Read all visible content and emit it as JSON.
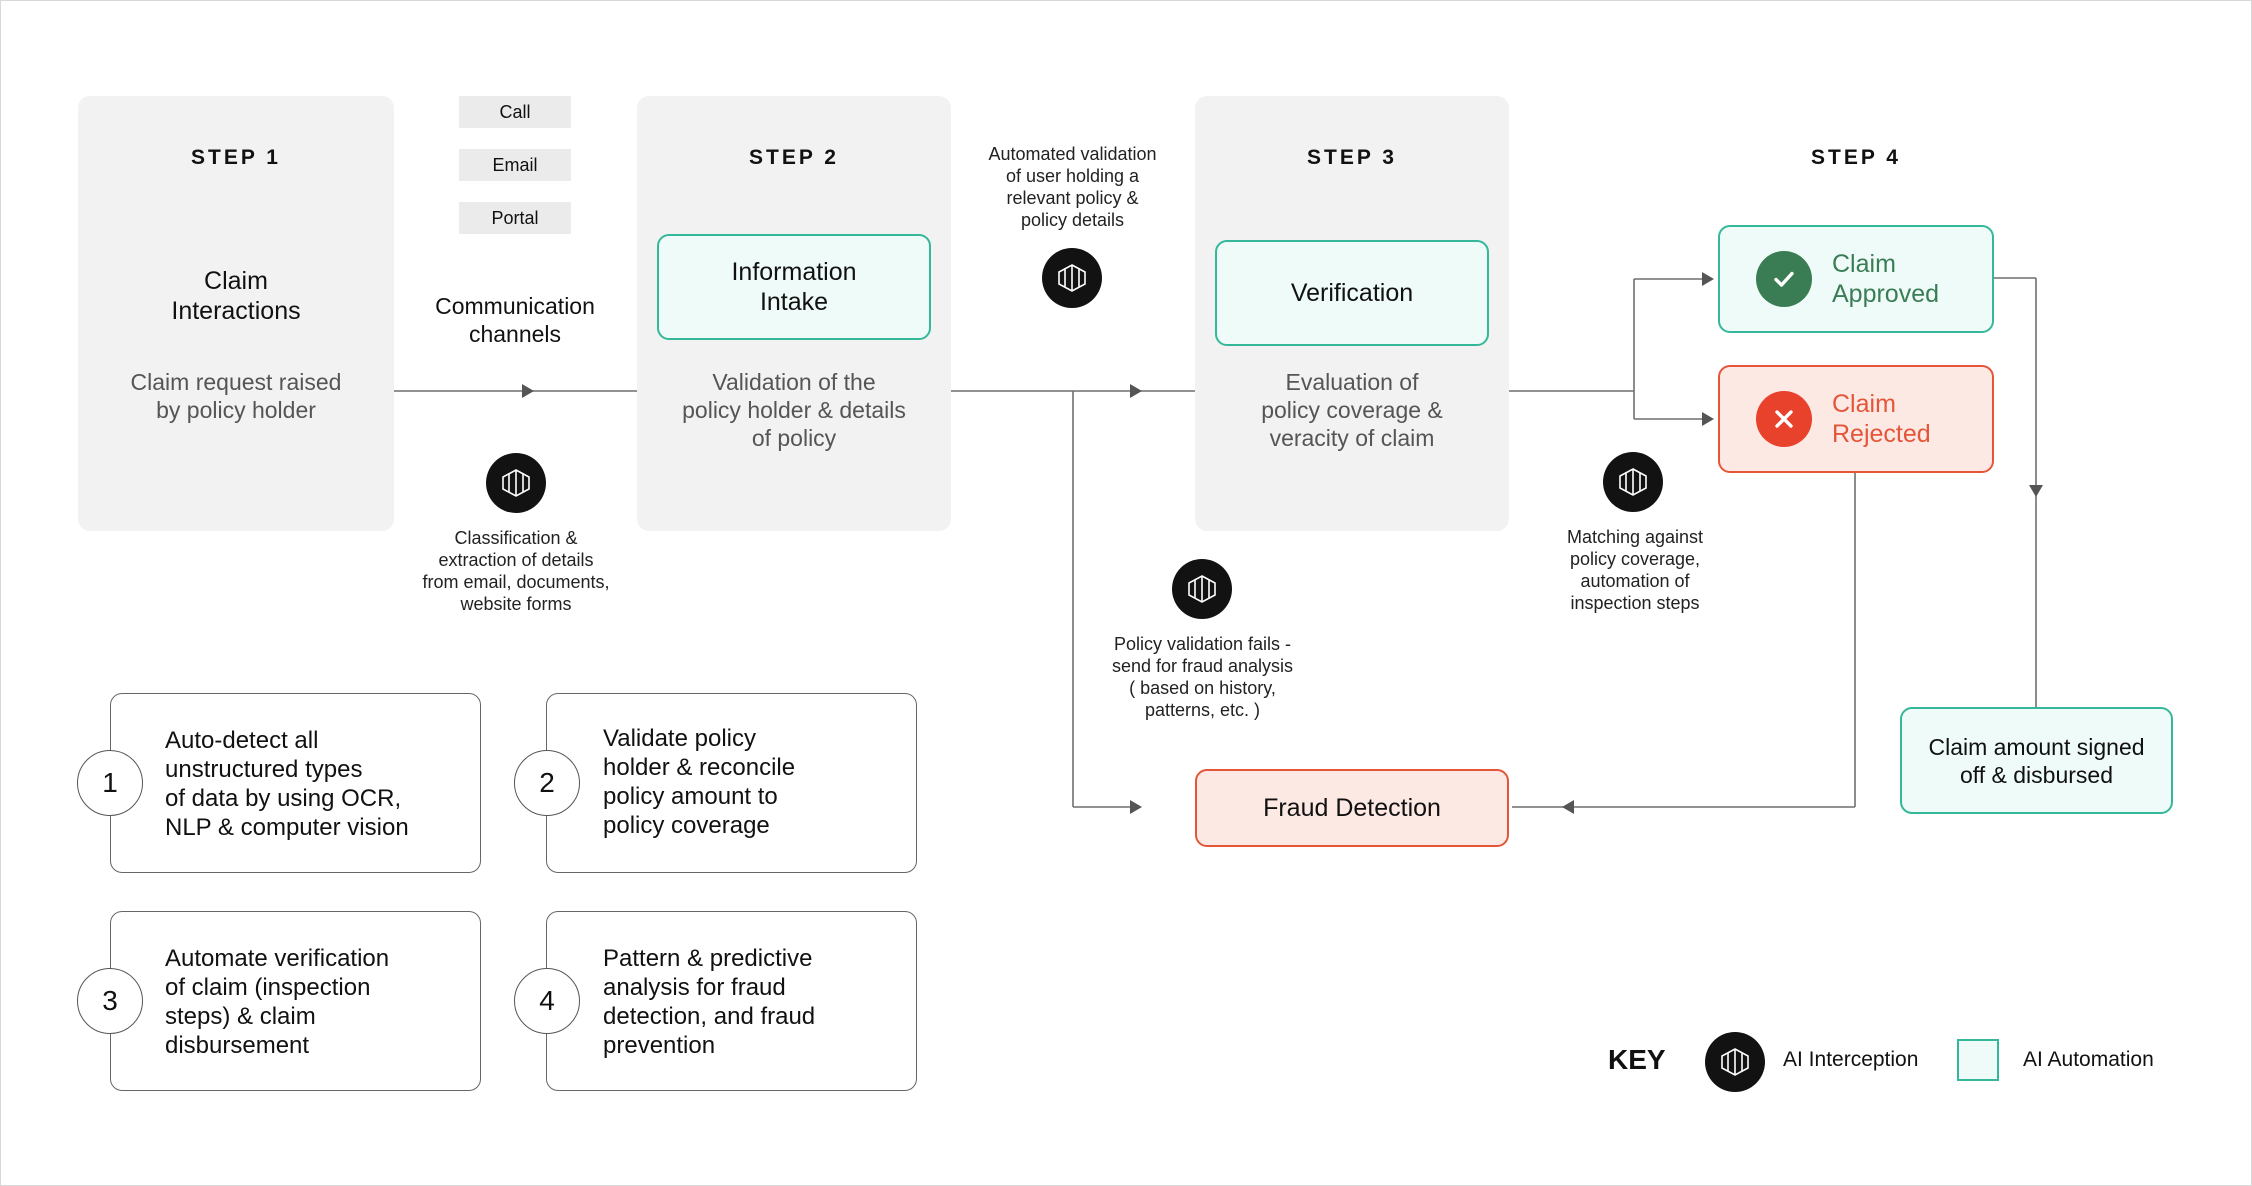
{
  "steps": {
    "step1": {
      "label": "STEP 1",
      "title": "Claim\nInteractions",
      "desc": "Claim request raised\nby policy holder"
    },
    "step2": {
      "label": "STEP 2",
      "title": "Information\nIntake",
      "desc": "Validation of the\npolicy holder & details\nof policy"
    },
    "step3": {
      "label": "STEP 3",
      "title": "Verification",
      "desc": "Evaluation of\npolicy coverage &\nveracity of claim"
    },
    "step4": {
      "label": "STEP 4"
    }
  },
  "channels": {
    "items": [
      "Call",
      "Email",
      "Portal"
    ],
    "title": "Communication\nchannels"
  },
  "annotations": {
    "classification": "Classification &\nextraction of details\nfrom email, documents,\nwebsite forms",
    "automated_validation": "Automated validation\nof user holding a\nrelevant policy &\npolicy details",
    "policy_fails": "Policy validation fails -\nsend for fraud analysis\n( based on history,\npatterns, etc. )",
    "matching": "Matching against\npolicy coverage,\nautomation of\ninspection steps"
  },
  "outcomes": {
    "approved": "Claim\nApproved",
    "rejected": "Claim\nRejected",
    "fraud": "Fraud Detection",
    "disbursed": "Claim amount signed\noff & disbursed"
  },
  "features": [
    {
      "num": "1",
      "text": "Auto-detect all\nunstructured types\nof data by using OCR,\nNLP & computer vision"
    },
    {
      "num": "2",
      "text": "Validate policy\nholder & reconcile\npolicy amount to\npolicy coverage"
    },
    {
      "num": "3",
      "text": "Automate verification\nof claim (inspection\nsteps) & claim\ndisbursement"
    },
    {
      "num": "4",
      "text": "Pattern & predictive\nanalysis for fraud\ndetection, and fraud\nprevention"
    }
  ],
  "key": {
    "title": "KEY",
    "interception": "AI Interception",
    "automation": "AI Automation"
  },
  "colors": {
    "teal_border": "#35b79a",
    "teal_fill": "#effbf8",
    "approved_green": "#3a7d55",
    "rejected_red": "#e4553a",
    "rejected_fill": "#fde9e4"
  },
  "icons": {
    "ai": "ai-interception-icon",
    "approved": "check-icon",
    "rejected": "cross-icon"
  }
}
